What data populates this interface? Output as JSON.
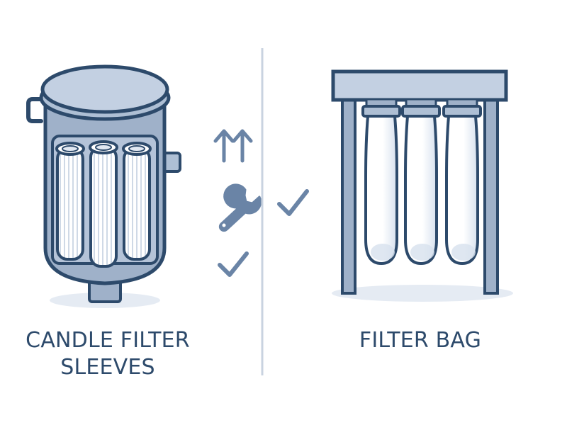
{
  "left_panel": {
    "label_line1": "CANDLE FILTER",
    "label_line2": "SLEEVES"
  },
  "right_panel": {
    "label": "FILTER BAG"
  },
  "icons": {
    "middle": [
      "double-up-arrow-icon",
      "wrench-icon",
      "checkmark-icon"
    ],
    "right": [
      "checkmark-icon"
    ]
  },
  "colors": {
    "outline": "#2d4a6b",
    "steel": "#9fb1c9",
    "steel_light": "#c3d0e2",
    "icon": "#6a84a6",
    "divider": "#c9d3e0",
    "shadow": "#e5ebf3"
  }
}
